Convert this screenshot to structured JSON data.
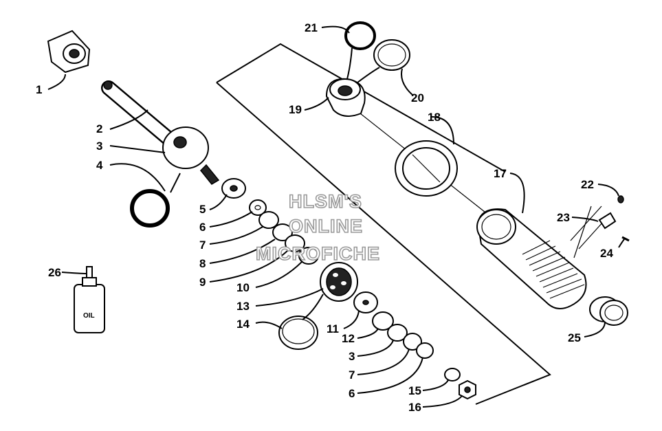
{
  "watermark": {
    "line1": "HLSM'S",
    "line2": "ONLINE",
    "line3": "MICROFICHE"
  },
  "oil_bottle_text": "OIL",
  "labels": {
    "p1": "1",
    "p2": "2",
    "p3a": "3",
    "p4": "4",
    "p5": "5",
    "p6a": "6",
    "p7a": "7",
    "p8": "8",
    "p9": "9",
    "p10": "10",
    "p13": "13",
    "p14": "14",
    "p26": "26",
    "p21": "21",
    "p20": "20",
    "p19": "19",
    "p18": "18",
    "p17": "17",
    "p22": "22",
    "p23": "23",
    "p24": "24",
    "p25": "25",
    "p11": "11",
    "p12": "12",
    "p3b": "3",
    "p7b": "7",
    "p6b": "6",
    "p15": "15",
    "p16": "16"
  }
}
